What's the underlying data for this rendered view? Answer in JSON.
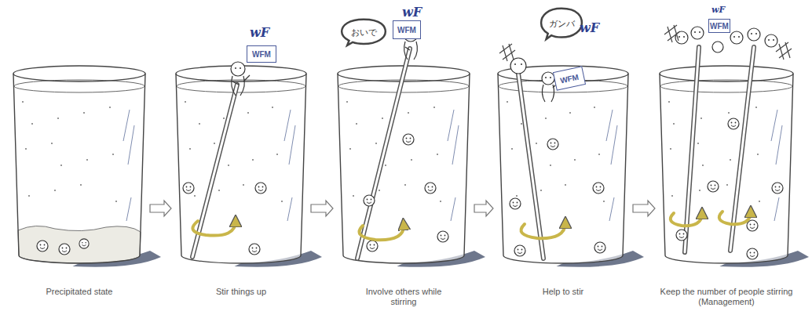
{
  "diagram": {
    "nodes": [
      {
        "text": [
          "Precipitated state"
        ]
      },
      {
        "text": [
          "Stir things up"
        ]
      },
      {
        "text": [
          "WFM"
        ]
      },
      {
        "text": [
          "Involve others while stirring"
        ]
      },
      {
        "text": [
          "おいで"
        ]
      },
      {
        "text": [
          "WFM"
        ]
      },
      {
        "text": [
          "Help to stir"
        ]
      },
      {
        "text": [
          "ガンバ"
        ]
      },
      {
        "text": [
          "WFM"
        ]
      },
      {
        "text": [
          "Keep the number of people stirring (Management)"
        ]
      },
      {
        "text": [
          "WFM"
        ]
      }
    ],
    "edges": [
      {
        "from": 0,
        "to": 1,
        "arrow": "to"
      },
      {
        "from": 1,
        "to": 3,
        "arrow": "to"
      },
      {
        "from": 3,
        "to": 6,
        "arrow": "to"
      },
      {
        "from": 6,
        "to": 9,
        "arrow": "to"
      }
    ],
    "labels": [
      "wF",
      "wF",
      "wF",
      "wF"
    ]
  }
}
